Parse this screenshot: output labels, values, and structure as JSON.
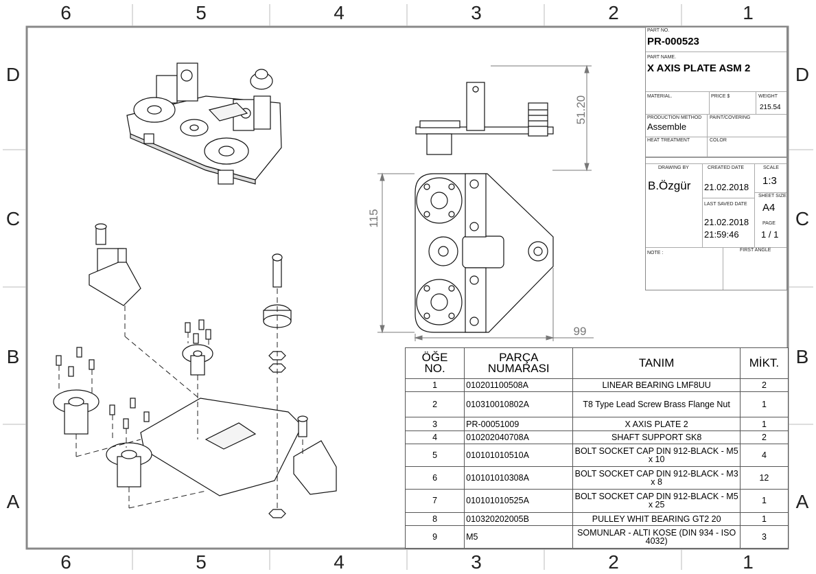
{
  "zones": {
    "columns": [
      "6",
      "5",
      "4",
      "3",
      "2",
      "1"
    ],
    "rows": [
      "D",
      "C",
      "B",
      "A"
    ]
  },
  "title_block": {
    "part_no_label": "PART NO.",
    "part_no": "PR-000523",
    "part_name_label": "PART NAME.",
    "part_name": "X AXIS PLATE ASM 2",
    "material_label": "MATERIAL.",
    "price_label": "PRICE $",
    "weight_label": "WEIGHT",
    "weight": "215.54",
    "production_method_label": "PRODUCTION METHOD",
    "production_method": "Assemble",
    "paint_label": "PAINT/COVERING",
    "heat_treatment_label": "HEAT TREATMENT",
    "color_label": "COLOR",
    "drawing_by_label": "DRAWING BY",
    "drawing_by": "B.Özgür",
    "created_date_label": "CREATED DATE",
    "created_date": "21.02.2018",
    "scale_label": "SCALE",
    "scale": "1:3",
    "last_saved_label": "LAST SAVED DATE",
    "last_saved_date": "21.02.2018",
    "last_saved_time": "21:59:46",
    "sheet_size_label": "SHEET SIZE",
    "sheet_size": "A4",
    "page_label": "PAGE",
    "page": "1 / 1",
    "note_label": "NOTE :",
    "projection_label": "FIRST ANGLE"
  },
  "dimensions": {
    "height_side": "51.20",
    "height_top": "115",
    "width_top": "99"
  },
  "bom": {
    "headers": {
      "item_line1": "ÖĞE",
      "item_line2": "NO.",
      "part_line1": "PARÇA",
      "part_line2": "NUMARASI",
      "description": "TANIM",
      "qty": "MİKT."
    },
    "rows": [
      {
        "no": "1",
        "part": "010201100508A",
        "desc": "LINEAR BEARING LMF8UU",
        "qty": "2"
      },
      {
        "no": "2",
        "part": "010310010802A",
        "desc": "T8 Type Lead Screw Brass Flange Nut",
        "qty": "1"
      },
      {
        "no": "3",
        "part": "PR-00051009",
        "desc": "X AXIS PLATE 2",
        "qty": "1"
      },
      {
        "no": "4",
        "part": "010202040708A",
        "desc": "SHAFT SUPPORT SK8",
        "qty": "2"
      },
      {
        "no": "5",
        "part": "010101010510A",
        "desc": "BOLT SOCKET CAP DIN 912-BLACK - M5 x 10",
        "qty": "4"
      },
      {
        "no": "6",
        "part": "010101010308A",
        "desc": "BOLT SOCKET CAP DIN 912-BLACK - M3 x 8",
        "qty": "12"
      },
      {
        "no": "7",
        "part": "010101010525A",
        "desc": "BOLT SOCKET CAP DIN 912-BLACK - M5 x 25",
        "qty": "1"
      },
      {
        "no": "8",
        "part": "010320202005B",
        "desc": "PULLEY WHIT BEARING GT2 20",
        "qty": "1"
      },
      {
        "no": "9",
        "part": "M5",
        "desc": "SOMUNLAR - ALTI KOSE (DIN 934 - ISO 4032)",
        "qty": "3"
      }
    ]
  }
}
